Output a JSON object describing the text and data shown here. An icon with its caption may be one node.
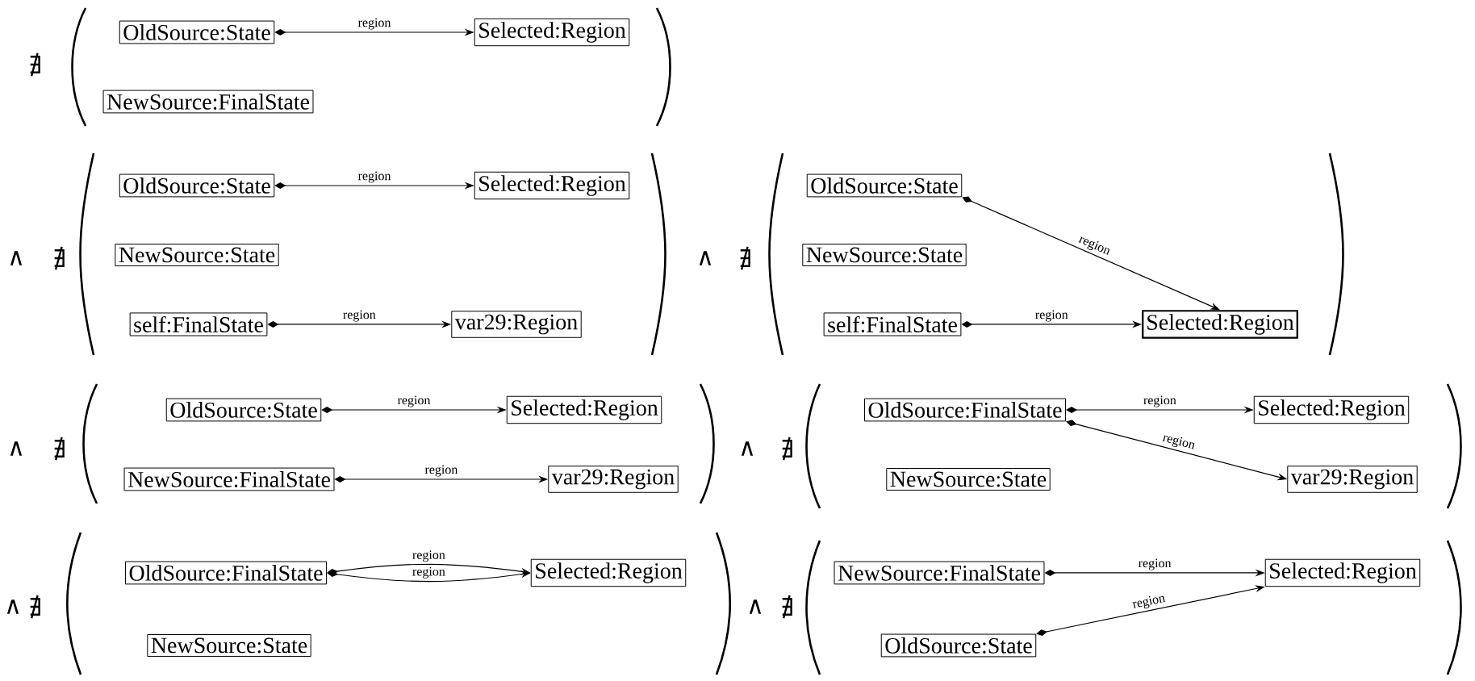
{
  "diagram": {
    "nodes": [
      {
        "text": [
          "OldSource:State"
        ]
      },
      {
        "text": [
          "Selected:Region"
        ]
      },
      {
        "text": [
          "NewSource:FinalState"
        ]
      },
      {
        "text": [
          "OldSource:State"
        ]
      },
      {
        "text": [
          "Selected:Region"
        ]
      },
      {
        "text": [
          "NewSource:State"
        ]
      },
      {
        "text": [
          "self:FinalState"
        ]
      },
      {
        "text": [
          "var29:Region"
        ]
      },
      {
        "text": [
          "OldSource:State"
        ]
      },
      {
        "text": [
          "NewSource:State"
        ]
      },
      {
        "text": [
          "self:FinalState"
        ]
      },
      {
        "text": [
          "Selected:Region"
        ]
      },
      {
        "text": [
          "OldSource:State"
        ]
      },
      {
        "text": [
          "Selected:Region"
        ]
      },
      {
        "text": [
          "NewSource:FinalState"
        ]
      },
      {
        "text": [
          "var29:Region"
        ]
      },
      {
        "text": [
          "OldSource:FinalState"
        ]
      },
      {
        "text": [
          "Selected:Region"
        ]
      },
      {
        "text": [
          "NewSource:State"
        ]
      },
      {
        "text": [
          "var29:Region"
        ]
      },
      {
        "text": [
          "OldSource:FinalState"
        ]
      },
      {
        "text": [
          "Selected:Region"
        ]
      },
      {
        "text": [
          "NewSource:State"
        ]
      },
      {
        "text": [
          "NewSource:FinalState"
        ]
      },
      {
        "text": [
          "Selected:Region"
        ]
      },
      {
        "text": [
          "OldSource:State"
        ]
      }
    ],
    "edges": [
      {
        "from": 0,
        "to": 1,
        "arrow": "to",
        "label": "region"
      },
      {
        "from": 3,
        "to": 4,
        "arrow": "to",
        "label": "region"
      },
      {
        "from": 6,
        "to": 7,
        "arrow": "to",
        "label": "region"
      },
      {
        "from": 8,
        "to": 11,
        "arrow": "to",
        "label": "region"
      },
      {
        "from": 10,
        "to": 11,
        "arrow": "to",
        "label": "region"
      },
      {
        "from": 12,
        "to": 13,
        "arrow": "to",
        "label": "region"
      },
      {
        "from": 14,
        "to": 15,
        "arrow": "to",
        "label": "region"
      },
      {
        "from": 16,
        "to": 17,
        "arrow": "to",
        "label": "region"
      },
      {
        "from": 16,
        "to": 19,
        "arrow": "to",
        "label": "region"
      },
      {
        "from": 20,
        "to": 21,
        "arrow": "to",
        "label": "region"
      },
      {
        "from": 20,
        "to": 21,
        "arrow": "to",
        "label": "region"
      },
      {
        "from": 23,
        "to": 24,
        "arrow": "to",
        "label": "region"
      },
      {
        "from": 25,
        "to": 24,
        "arrow": "to",
        "label": "region"
      }
    ],
    "labels": [
      "∄",
      "∧",
      "∄",
      "∧",
      "∄",
      "∧",
      "∄",
      "∧",
      "∄",
      "∧",
      "∄",
      "∧",
      "∄"
    ]
  }
}
